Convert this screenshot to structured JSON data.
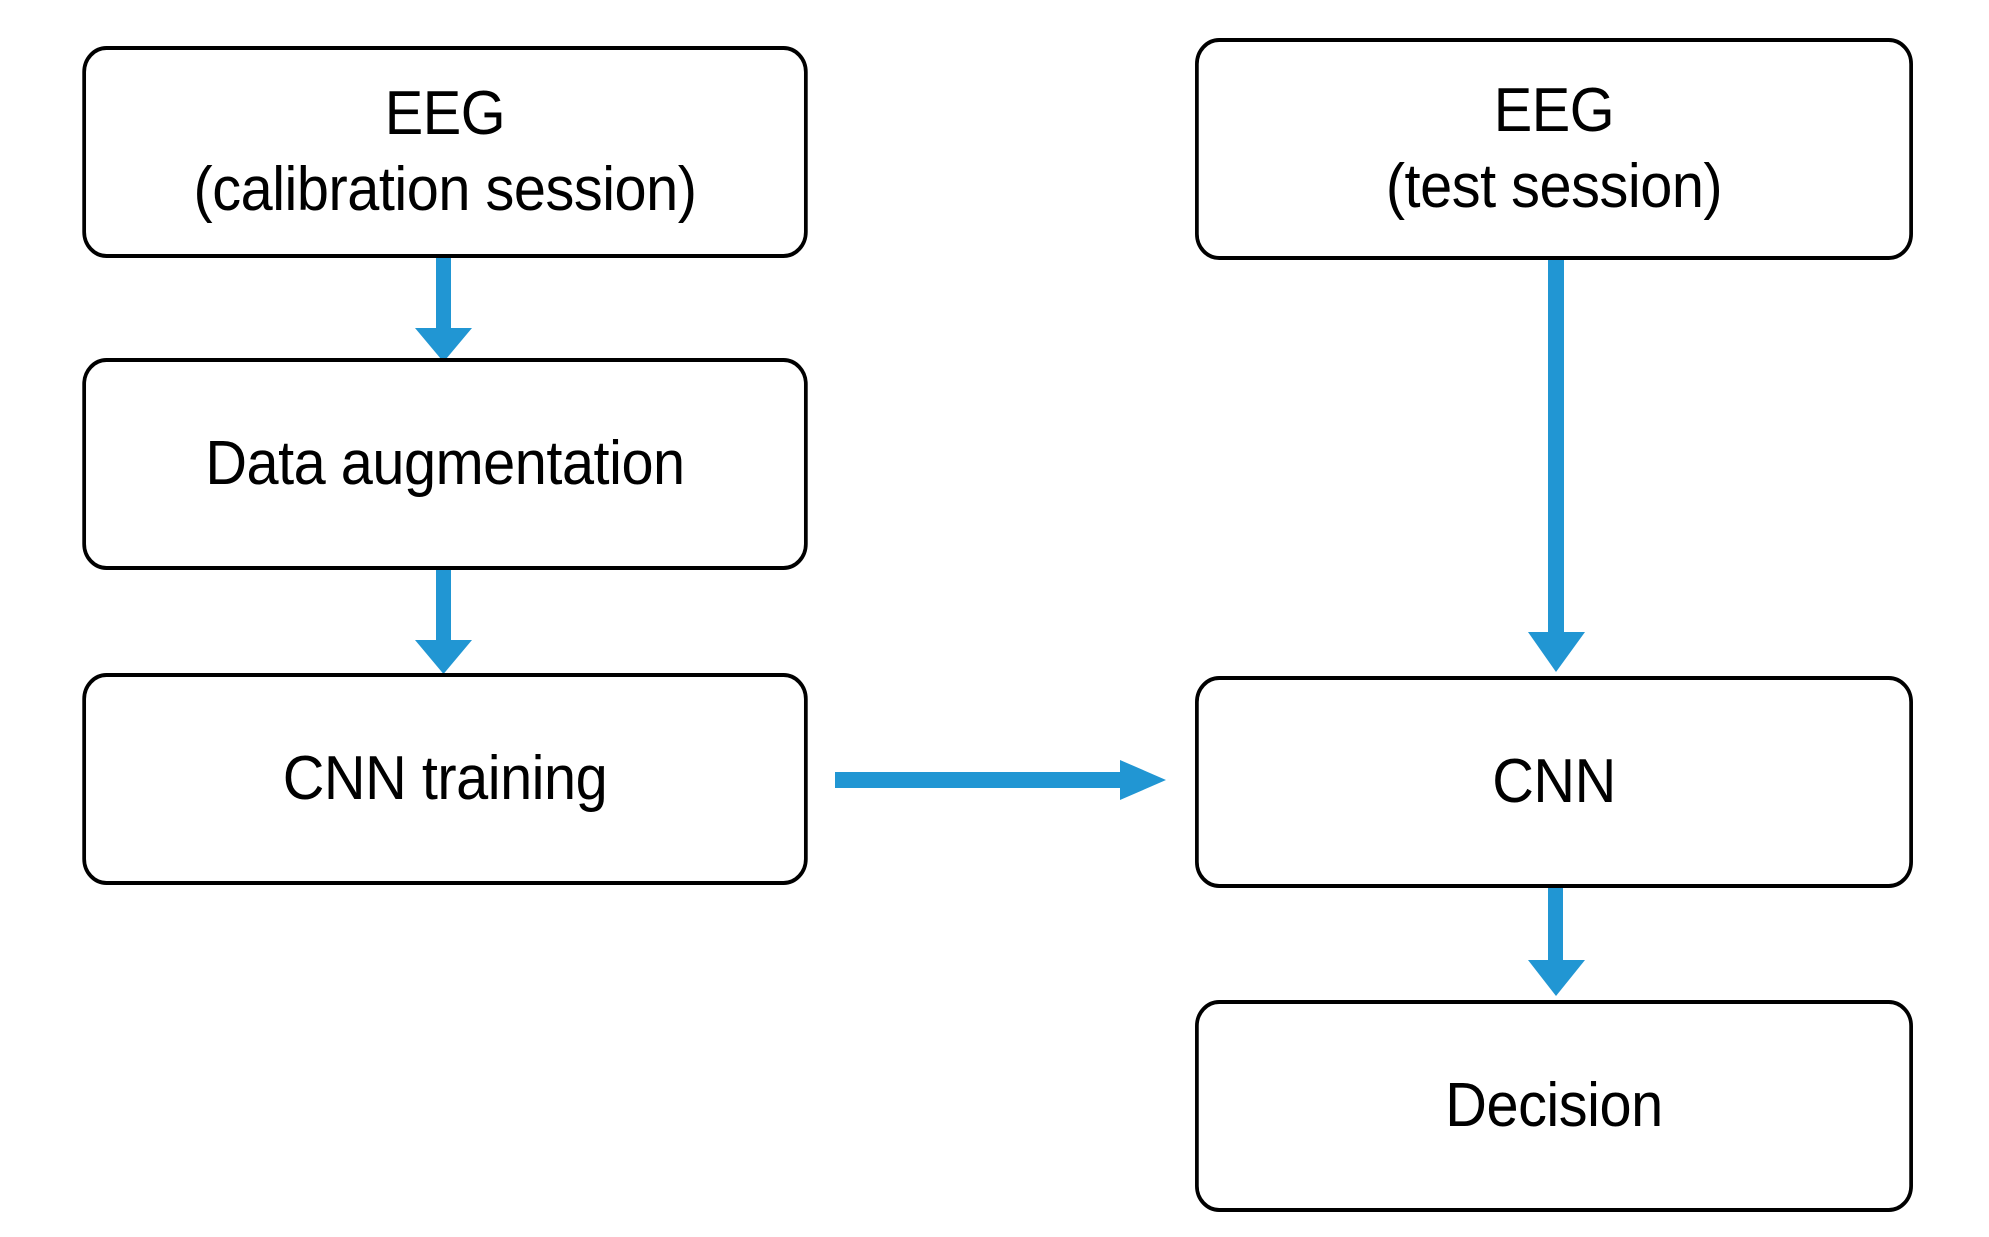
{
  "diagram": {
    "title": "EEG CNN calibration and test pipeline",
    "background_color": "#ffffff",
    "box_border_color": "#000000",
    "arrow_color": "#2196D3",
    "nodes": [
      {
        "id": "eeg-calibration",
        "line1": "EEG",
        "line2": "(calibration session)"
      },
      {
        "id": "data-augmentation",
        "line1": "Data augmentation",
        "line2": ""
      },
      {
        "id": "cnn-training",
        "line1": "CNN training",
        "line2": ""
      },
      {
        "id": "eeg-test",
        "line1": "EEG",
        "line2": "(test session)"
      },
      {
        "id": "cnn",
        "line1": "CNN",
        "line2": ""
      },
      {
        "id": "decision",
        "line1": "Decision",
        "line2": ""
      }
    ],
    "edges": [
      {
        "id": "edge-calibration-to-augmentation",
        "from": "eeg-calibration",
        "to": "data-augmentation",
        "direction": "down",
        "label": ""
      },
      {
        "id": "edge-augmentation-to-cnn-training",
        "from": "data-augmentation",
        "to": "cnn-training",
        "direction": "down",
        "label": ""
      },
      {
        "id": "edge-cnn-training-to-cnn",
        "from": "cnn-training",
        "to": "cnn",
        "direction": "right",
        "label": ""
      },
      {
        "id": "edge-test-to-cnn",
        "from": "eeg-test",
        "to": "cnn",
        "direction": "down",
        "label": ""
      },
      {
        "id": "edge-cnn-to-decision",
        "from": "cnn",
        "to": "decision",
        "direction": "down",
        "label": ""
      }
    ]
  }
}
